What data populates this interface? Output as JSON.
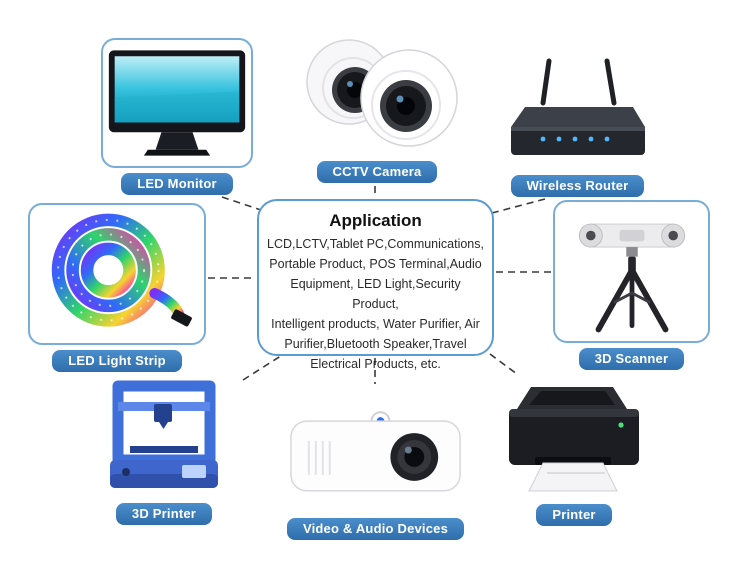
{
  "center": {
    "title": "Application",
    "lines": [
      "LCD,LCTV,Tablet PC,Communications,",
      "Portable Product, POS Terminal,Audio",
      "Equipment, LED Light,Security Product,",
      "Intelligent products, Water Purifier, Air",
      "Purifier,Bluetooth Speaker,Travel",
      "Electrical Products, etc."
    ]
  },
  "nodes": {
    "led_monitor": {
      "label": "LED Monitor"
    },
    "cctv": {
      "label": "CCTV Camera"
    },
    "router": {
      "label": "Wireless Router"
    },
    "led_strip": {
      "label": "LED Light Strip"
    },
    "scanner": {
      "label": "3D Scanner"
    },
    "printer_3d": {
      "label": "3D Printer"
    },
    "av_devices": {
      "label": "Video & Audio Devices"
    },
    "printer": {
      "label": "Printer"
    }
  },
  "colors": {
    "label_background": "#3a7cbc",
    "box_border": "#79add9",
    "center_border": "#5b9bd5",
    "connector_line": "#3a3a3a"
  }
}
